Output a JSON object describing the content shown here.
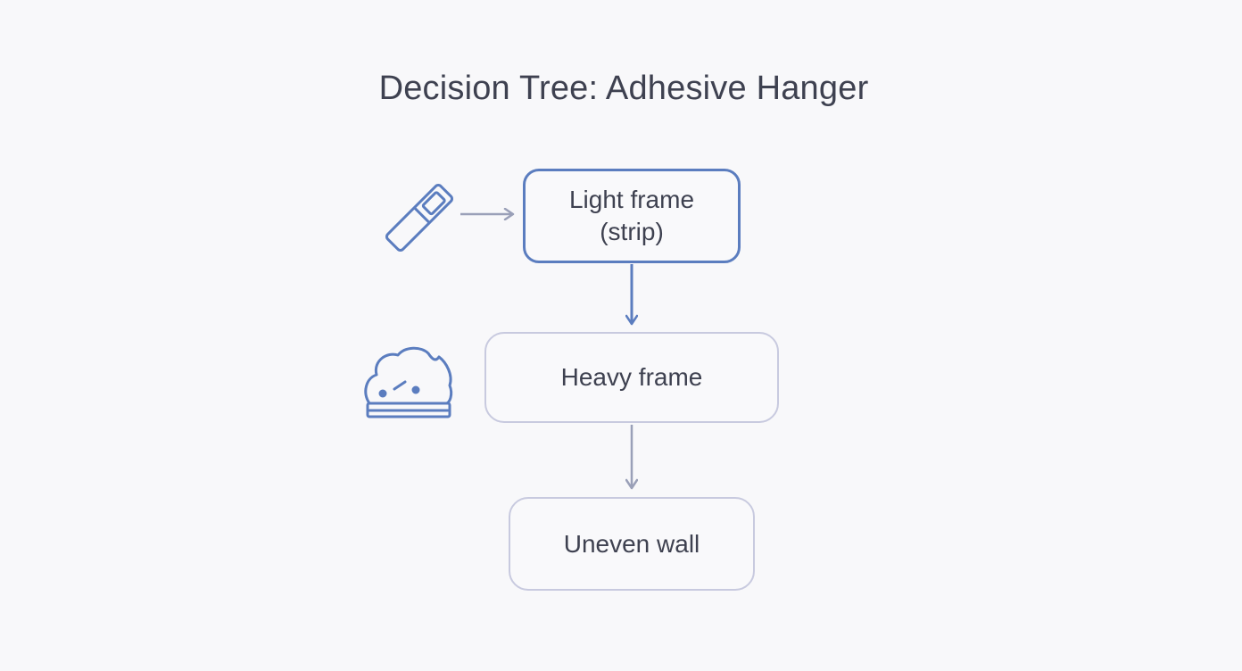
{
  "title": "Decision Tree: Adhesive Hanger",
  "nodes": {
    "light": {
      "line1": "Light frame",
      "line2": "(strip)"
    },
    "heavy": {
      "label": "Heavy frame"
    },
    "uneven": {
      "label": "Uneven wall"
    }
  },
  "icons": {
    "strip": "adhesive-strip-icon",
    "putty": "mounting-putty-icon"
  },
  "colors": {
    "accent": "#5b7dbf",
    "muted_border": "#c8cadf",
    "muted_arrow": "#9aa0b8",
    "text": "#3e4150",
    "background": "#f8f8fa"
  }
}
